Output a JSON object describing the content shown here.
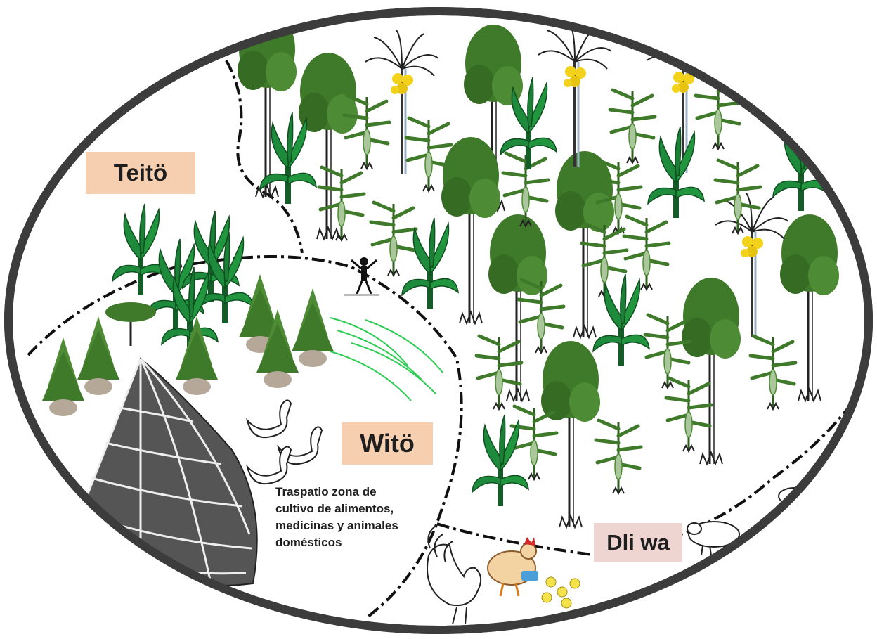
{
  "zones": {
    "teito": {
      "name": "Teitö"
    },
    "wito": {
      "name": "Witö",
      "description": "Traspatio zona de\ncultivo de alimentos,\nmedicinas y animales\ndomésticos"
    },
    "dliwa": {
      "name": "Dli wa"
    }
  },
  "colors": {
    "outline": "#3c3c3c",
    "foliage": "#3f7a2a",
    "foliage_light": "#6aa84f",
    "banana": "#1e8a3c",
    "fruit": "#f2d21a",
    "boundary": "#111111",
    "label_bg": "#f6cfb0",
    "label_bg_alt": "#eed5d2"
  },
  "icons": [
    "tree-icon",
    "banana-plant-icon",
    "palm-tree-icon",
    "fern-icon",
    "duck-icon",
    "rooster-icon",
    "hen-icon",
    "chick-icon",
    "pig-icon",
    "conical-hut-icon",
    "person-icon",
    "grass-icon"
  ]
}
